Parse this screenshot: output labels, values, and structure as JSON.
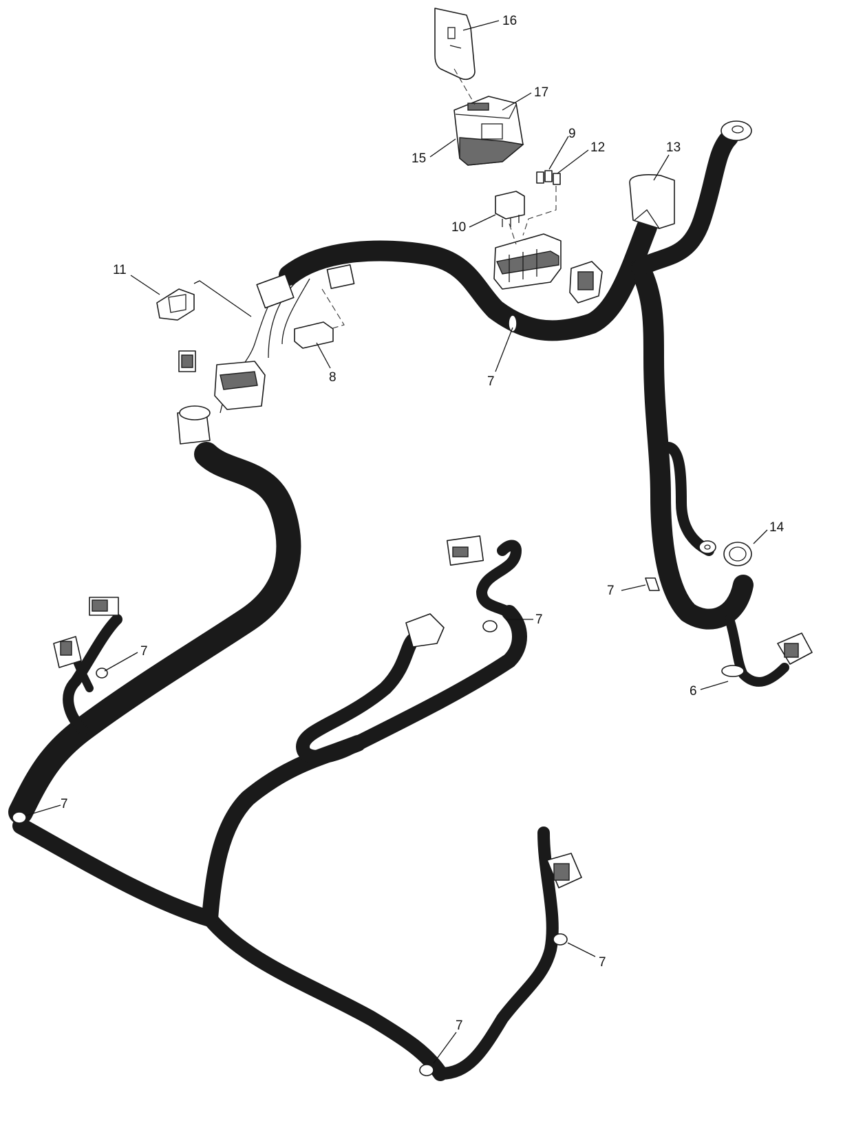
{
  "callouts": {
    "c6": "6",
    "c7": "7",
    "c8": "8",
    "c9": "9",
    "c10": "10",
    "c11": "11",
    "c12": "12",
    "c13": "13",
    "c14": "14",
    "c15": "15",
    "c16": "16",
    "c17": "17"
  }
}
